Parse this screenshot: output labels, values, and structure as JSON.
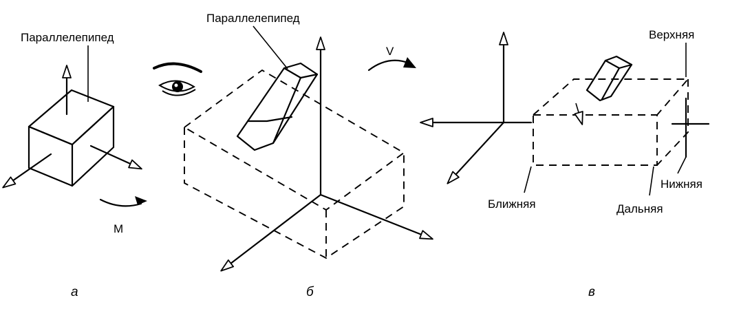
{
  "panel_a": {
    "label": "Параллелепипед",
    "rotation_label": "M",
    "caption": "а"
  },
  "panel_b": {
    "label": "Параллелепипед",
    "rotation_label": "V",
    "caption": "б"
  },
  "panel_c": {
    "label_top": "Верхняя",
    "label_bottom": "Нижняя",
    "label_near": "Ближняя",
    "label_far": "Дальняя",
    "caption": "в"
  },
  "icons": {
    "eye": "eye-icon"
  }
}
